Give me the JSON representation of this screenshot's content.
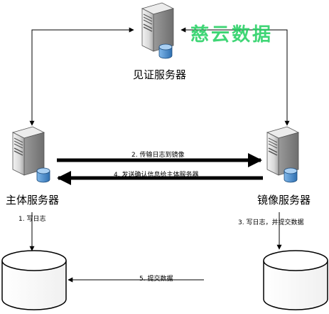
{
  "servers": {
    "witness": "见证服务器",
    "principal": "主体服务器",
    "mirror": "镜像服务器"
  },
  "flows": {
    "transfer_log": "2. 传输日志到镜像",
    "send_confirm": "4. 发送确认信息给主体服务器",
    "write_log": "1. 写日志",
    "write_log_commit": "3. 写日志，并提交数据",
    "commit": "5. 提交数据"
  },
  "watermark": "慈云数据",
  "colors": {
    "server_body": "#d9d9d9",
    "disk_blue": "#4a8fd1",
    "watermark_green": "#1fcf5f",
    "arrow": "#000000"
  }
}
